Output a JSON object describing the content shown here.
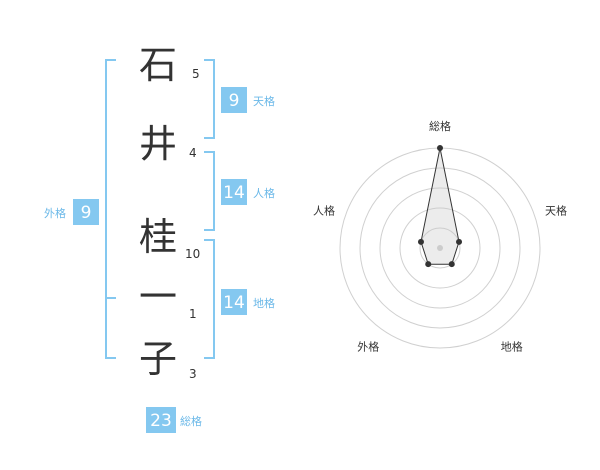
{
  "name": {
    "characters": [
      {
        "char": "石",
        "strokes": "5"
      },
      {
        "char": "井",
        "strokes": "4"
      },
      {
        "char": "桂",
        "strokes": "10"
      },
      {
        "char": "一",
        "strokes": "1"
      },
      {
        "char": "子",
        "strokes": "3"
      }
    ]
  },
  "fortune": {
    "tenkaku": {
      "label": "天格",
      "value": "9"
    },
    "jinkaku": {
      "label": "人格",
      "value": "14"
    },
    "chikaku": {
      "label": "地格",
      "value": "14"
    },
    "gaikaku": {
      "label": "外格",
      "value": "9"
    },
    "soukaku": {
      "label": "総格",
      "value": "23"
    }
  },
  "radar": {
    "axes": [
      {
        "label": "総格",
        "level": 5
      },
      {
        "label": "天格",
        "level": 1
      },
      {
        "label": "地格",
        "level": 1
      },
      {
        "label": "外格",
        "level": 1
      },
      {
        "label": "人格",
        "level": 1
      }
    ],
    "max_level": 5
  },
  "colors": {
    "accent": "#84c8f0",
    "bracket": "#84c8f0",
    "text": "#333333",
    "label": "#6ab8e8"
  }
}
